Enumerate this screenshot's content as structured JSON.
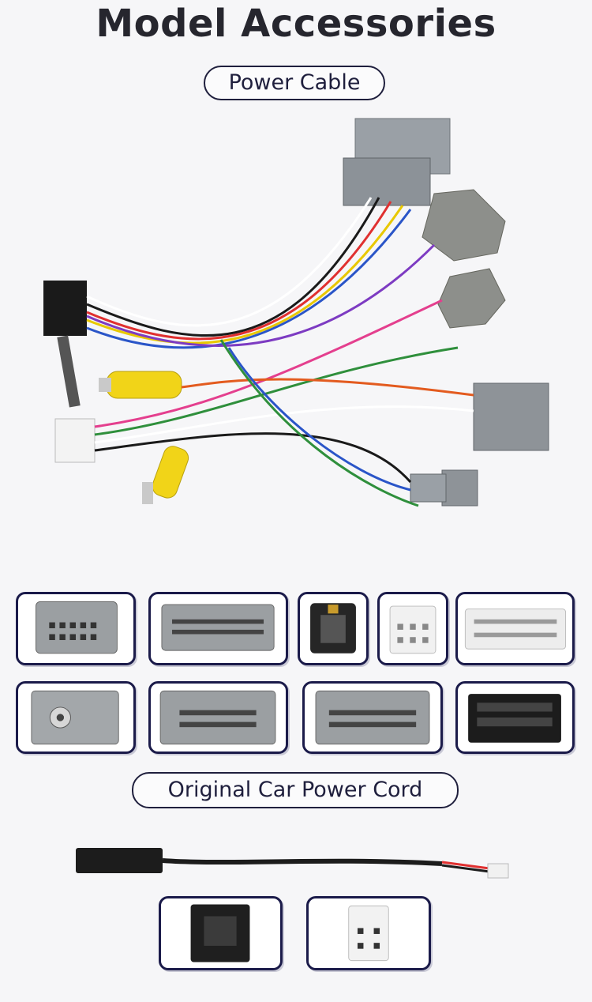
{
  "page": {
    "title": "Model Accessories",
    "section_power": "Power Cable",
    "section_original": "Original Car Power Cord"
  },
  "label_colors": {
    "heading": "#26262e",
    "pill_border": "#1f1f3d",
    "card_border": "#1b1b4a"
  },
  "connectors": [
    {
      "name": "grey-12-pin-connector"
    },
    {
      "name": "grey-wide-connector"
    },
    {
      "name": "black-small-connector"
    },
    {
      "name": "white-8-pin-connector"
    },
    {
      "name": "white-20-pin-connector"
    },
    {
      "name": "grey-antenna-connector"
    },
    {
      "name": "grey-24-pin-connector"
    },
    {
      "name": "grey-20-pin-connector"
    },
    {
      "name": "black-16-pin-iso-connector"
    },
    {
      "name": "black-adapter-socket"
    },
    {
      "name": "white-4-pin-plug"
    }
  ]
}
